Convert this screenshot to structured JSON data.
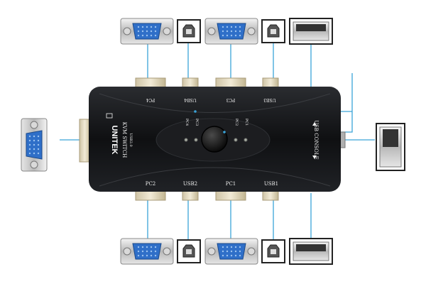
{
  "device": {
    "brand": "UNITEK",
    "model": "KVM SWITCH",
    "usb_version": "USB2.0",
    "console_label": "USB CONSOLE",
    "top_ports": [
      "PC4",
      "USB4",
      "PC3",
      "USB3"
    ],
    "bottom_ports": [
      "PC2",
      "USB2",
      "PC1",
      "USB1"
    ],
    "led_labels": [
      "PC4",
      "PC3",
      "PC2",
      "PC1"
    ]
  },
  "connectors": {
    "top": [
      "vga",
      "usb-b",
      "vga",
      "usb-b",
      "usb-a"
    ],
    "bottom": [
      "vga",
      "usb-b",
      "vga",
      "usb-b",
      "usb-a"
    ],
    "left": "vga",
    "right": "usb-a"
  },
  "colors": {
    "wire": "#3aa3d8",
    "body": "#111214",
    "vga_blue": "#2f6fc8",
    "label": "#f2f2f2"
  }
}
